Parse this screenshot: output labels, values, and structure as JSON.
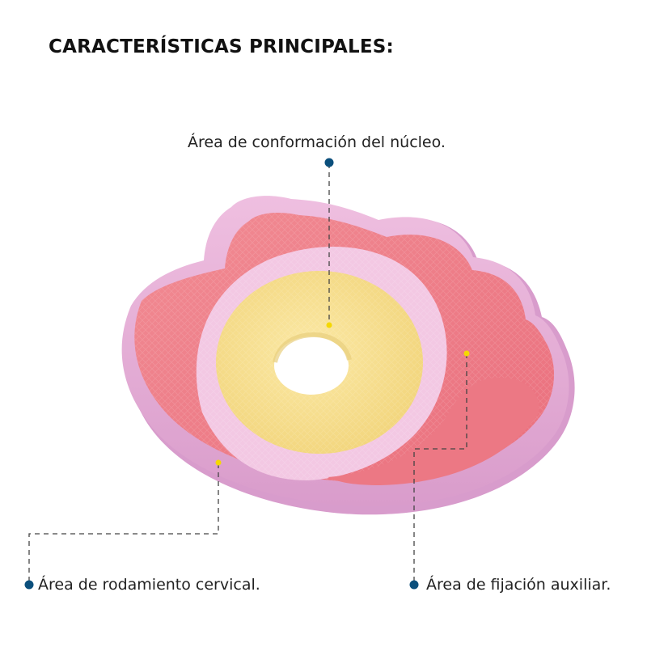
{
  "title": "CARACTERÍSTICAS PRINCIPALES:",
  "labels": {
    "core": "Área de conformación del núcleo.",
    "cervical": "Área de rodamiento cervical.",
    "fixation": "Área de fijación auxiliar."
  },
  "colors": {
    "marker_dot": "#0b4f7c",
    "anchor_dot": "#f5d800",
    "leader_line": "#444444",
    "pillow_edge": "#e9b2d6",
    "pillow_body": "#ef7c86",
    "core_ring": "#f3c9e3",
    "core": "#f7e08e"
  }
}
